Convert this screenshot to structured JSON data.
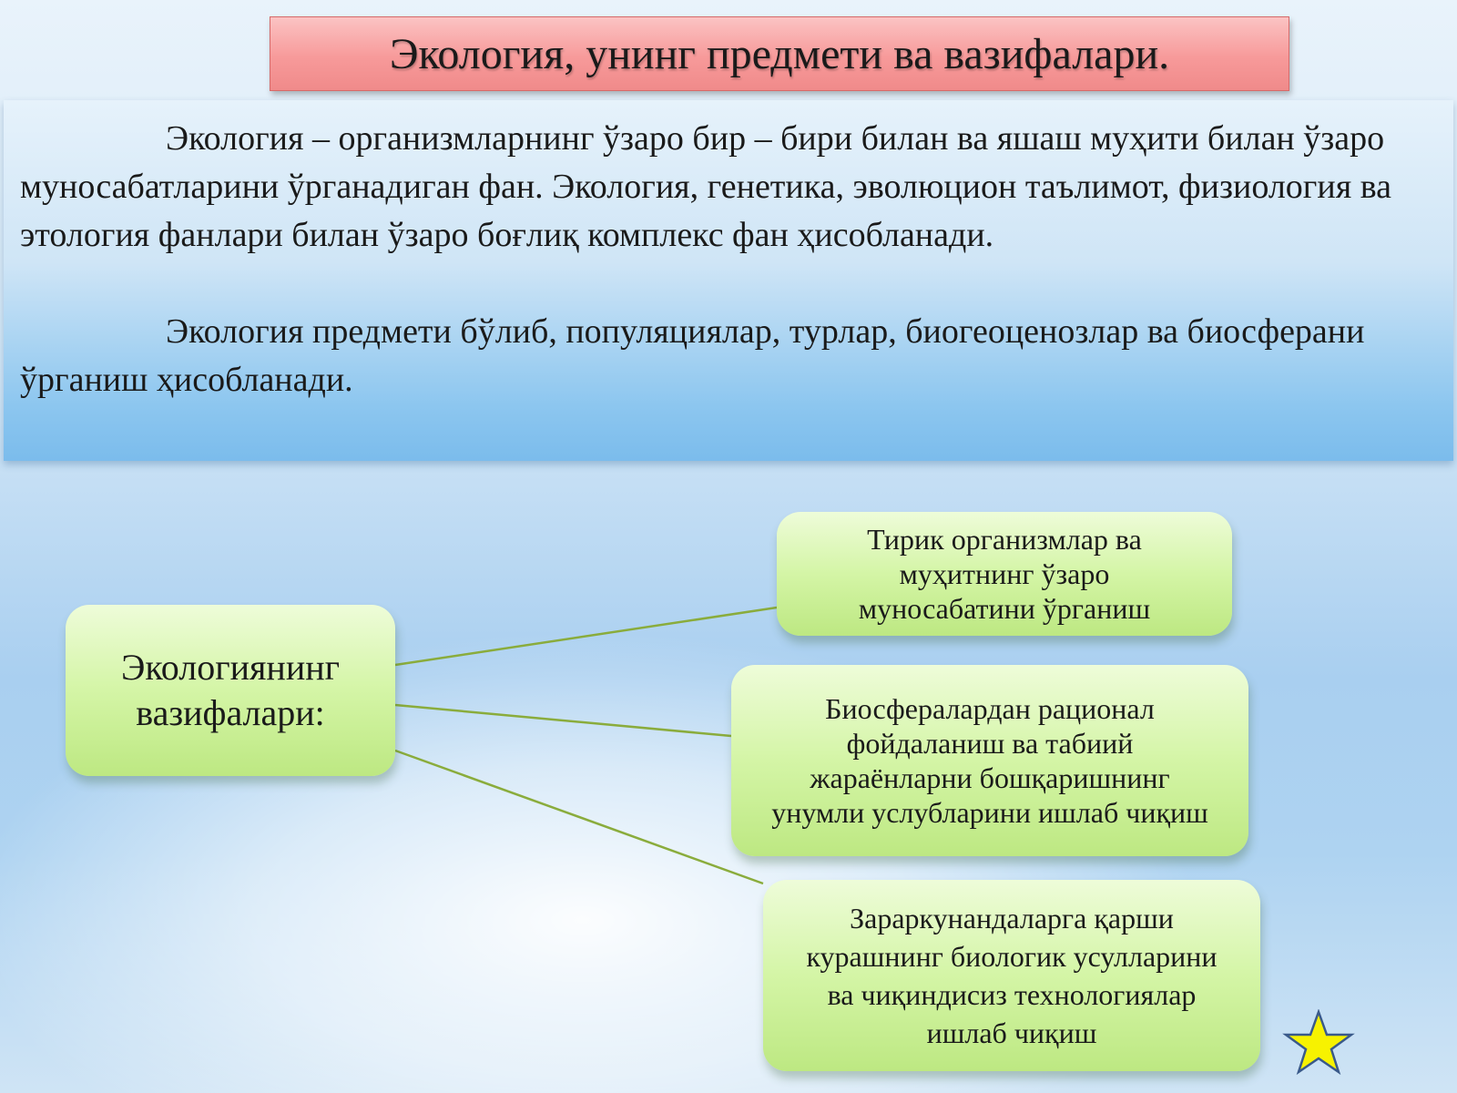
{
  "title": "Экология, унинг предмети ва вазифалари.",
  "paragraphs": [
    "Экология – организмларнинг ўзаро бир – бири билан ва яшаш муҳити билан ўзаро муносабатларини ўрганадиган фан. Экология, генетика, эволюцион таълимот, физиология ва этология фанлари билан ўзаро боғлиқ комплекс фан ҳисобланади.",
    "Экология предмети бўлиб, популяциялар, турлар, биогеоценозлар ва биосферани ўрганиш ҳисобланади."
  ],
  "diagram": {
    "center": "Экологиянинг\nвазифалари:",
    "tasks": [
      "Тирик организмлар ва\nмуҳитнинг ўзаро\nмуносабатини ўрганиш",
      "Биосфералардан рационал\nфойдаланиш ва табиий\nжараёнларни бошқаришнинг\nунумли услубларини ишлаб чиқиш",
      "Зараркунандаларга қарши\nкурашнинг биологик усулларини\nва чиқиндисиз технологиялар\nишлаб чиқиш"
    ]
  },
  "colors": {
    "connector": "#8aac3c",
    "star_fill": "#f7f200",
    "star_stroke": "#3a5a8a"
  },
  "icons": {
    "star": "star-icon"
  }
}
